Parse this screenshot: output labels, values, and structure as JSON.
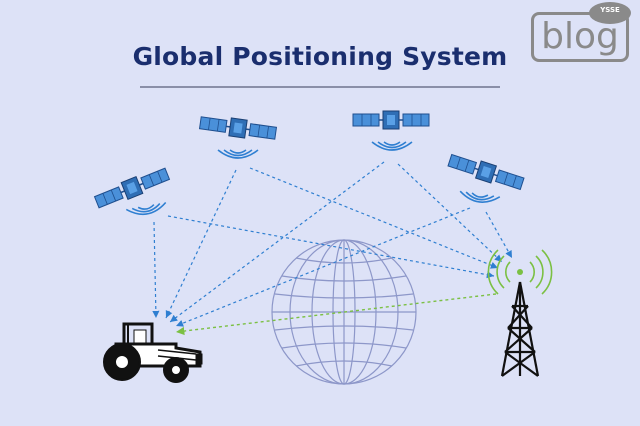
{
  "title": "Global Positioning System",
  "logo": {
    "text": "blog",
    "badge": "YSSE"
  },
  "colors": {
    "background": "#dde2f7",
    "title": "#1a2e6e",
    "satellite_panel": "#4a90d9",
    "satellite_body": "#2f6eb5",
    "signal_line": "#2f7fd1",
    "ground_link": "#7bc043",
    "globe": "#8d97c9",
    "vehicle": "#111111"
  },
  "icons": [
    "satellite-icon",
    "globe-icon",
    "tractor-icon",
    "cell-tower-icon",
    "blog-logo-icon"
  ]
}
